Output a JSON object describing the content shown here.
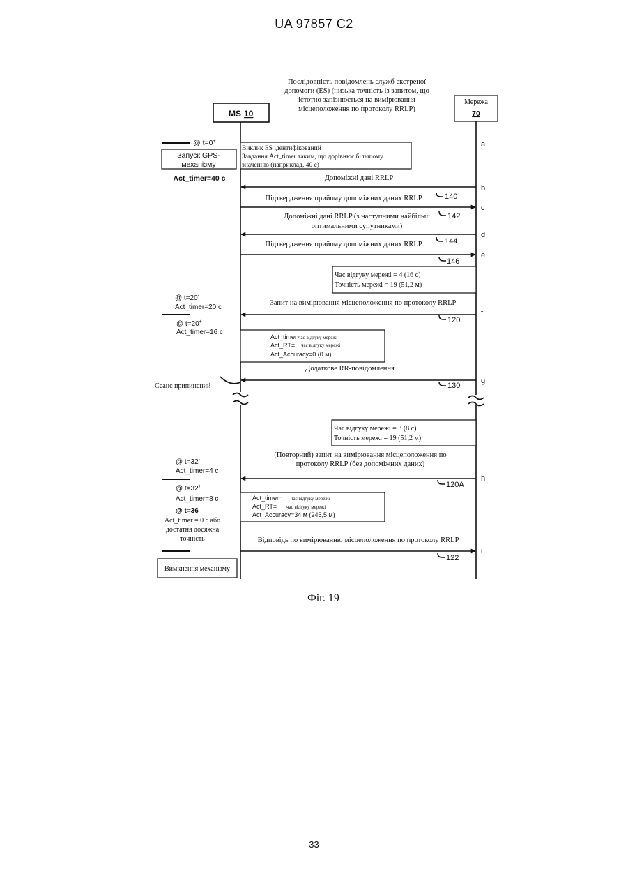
{
  "header": "UA   97857   C2",
  "page_number": "33",
  "figure_caption": "Фіг. 19",
  "title_lines": [
    "Послідовність повідомлень служб екстреної",
    "допомоги (ES) (низька точність із запитом, що",
    "істотно запізнюється на вимірювання",
    "місцеположення по протоколу RRLP)"
  ],
  "ms": {
    "label": "MS",
    "number": "10"
  },
  "network": {
    "label": "Мережа",
    "number": "70"
  },
  "step_labels": [
    "a",
    "b",
    "c",
    "d",
    "e",
    "f",
    "g",
    "h",
    "i"
  ],
  "left_notes": {
    "t0": "@ t=0",
    "t0_sup": "+",
    "gps_start": [
      "Запуск GPS-",
      "механізму"
    ],
    "act_timer_40": "Act_timer=40 c",
    "t20m": "@ t=20",
    "t20m_sup": "-",
    "act_timer_20": "Act_timer=20 c",
    "t20p": "@ t=20",
    "t20p_sup": "+",
    "act_timer_16": "Act_timer=16 c",
    "session": "Сеанс припинений",
    "t32m": "@ t=32",
    "t32m_sup": "-",
    "act_timer_4": "Act_timer=4 c",
    "t32p": "@ t=32",
    "t32p_sup": "+",
    "act_timer_8": "Act_timer=8 c",
    "t36": "@ t=36",
    "end_cond": [
      "Act_timer = 0 c або",
      "достатня досяжна",
      "точність"
    ],
    "engine_off": "Вимкнення механізму"
  },
  "es_box": [
    "Виклик ES ідентифікований",
    "Завдання Act_timer таким, що дорівнює більшому",
    "значенню (наприклад, 40 с)"
  ],
  "messages": {
    "assist1": "Допоміжні дані RRLP",
    "ack1": "Підтвердження прийому допоміжних даних RRLP",
    "assist2": [
      "Допоміжні дані RRLP (з наступними найбільш",
      "оптимальними супутниками)"
    ],
    "ack2": "Підтвердження прийому допоміжних даних RRLP",
    "req1": "Запит на вимірювання місцеположення по протоколу RRLP",
    "rr": "Додаткове RR-повідомлення",
    "req2": [
      "(Повторний) запит на вимірювання місцеположення по",
      "протоколу RRLP (без допоміжних даних)"
    ],
    "resp": "Відповідь по вимірюванню місцеположення по протоколу RRLP"
  },
  "refs": {
    "r140": "140",
    "r142": "142",
    "r144": "144",
    "r146": "146",
    "r120": "120",
    "r130": "130",
    "r120a": "120A",
    "r122": "122"
  },
  "net_box1": [
    "Час відгуку мережі = 4 (16 с)",
    "Точність мережі = 19 (51,2 м)"
  ],
  "net_box2": [
    "Час відгуку мережі = 3 (8 с)",
    "Точність мережі = 19 (51,2 м)"
  ],
  "ms_box1": [
    {
      "key": "Act_timer=",
      "val": "час відгуку мережі"
    },
    {
      "key": "Act_RT=",
      "val": "час відгуку мережі"
    },
    {
      "key": "Act_Accuracy=0 (0 м)",
      "val": ""
    }
  ],
  "ms_box2": [
    {
      "key": "Act_timer=",
      "val": "час відгуку мережі"
    },
    {
      "key": "Act_RT=",
      "val": "час відгуку мережі"
    },
    {
      "key": "Act_Accuracy=34 м (245,5 м)",
      "val": ""
    }
  ]
}
